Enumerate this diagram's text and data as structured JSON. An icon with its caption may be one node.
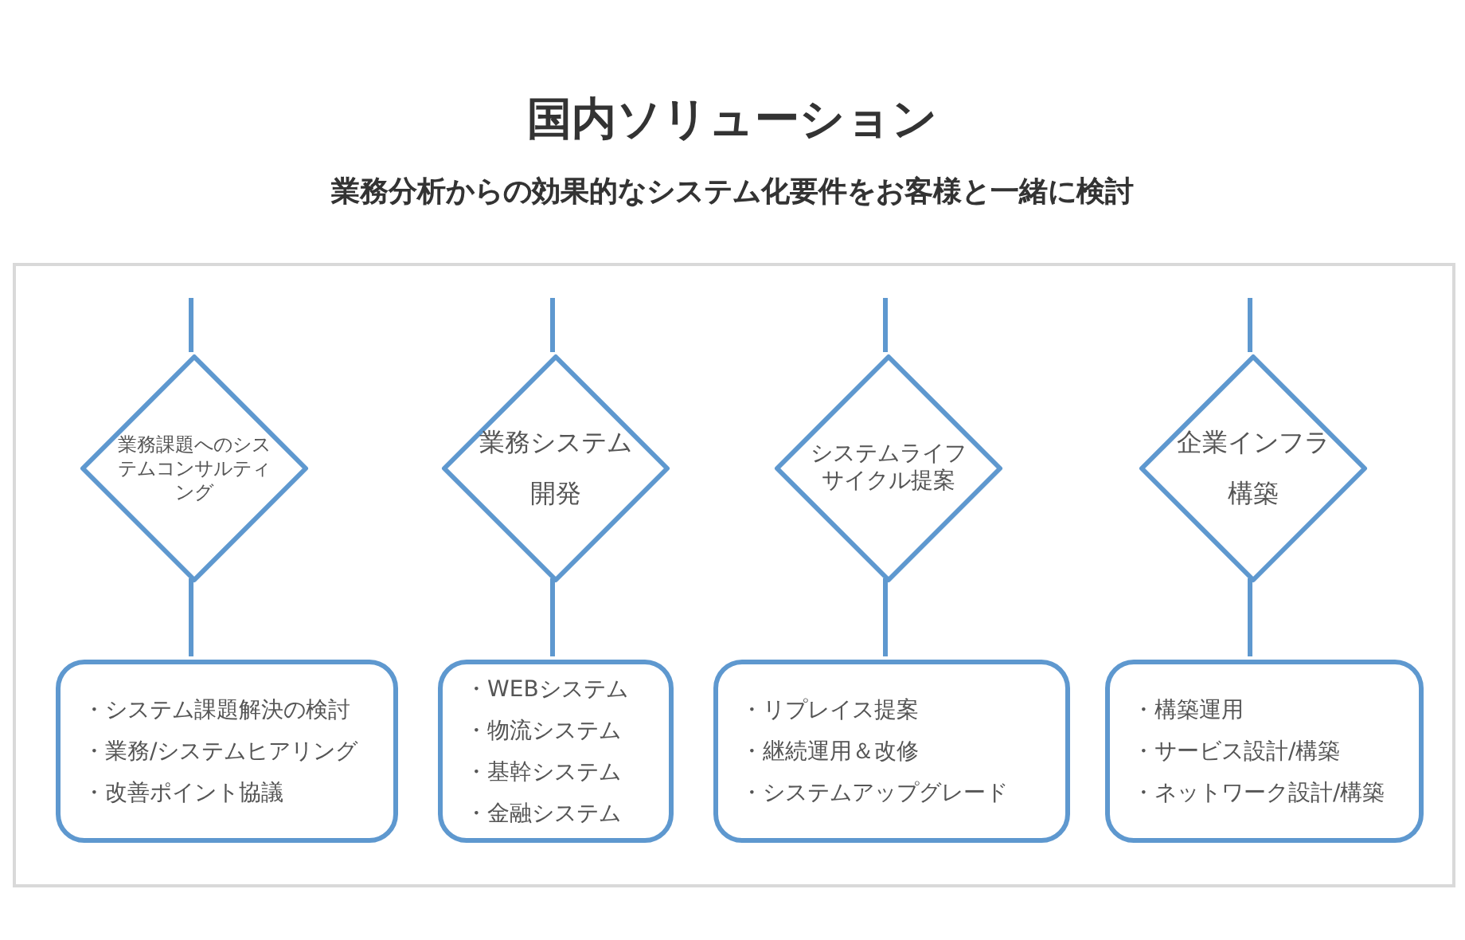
{
  "diagram": {
    "title": "国内ソリューション",
    "caption": "業務分析からの効果的なシステム化要件をお客様と一緒に検討",
    "nodes": [
      {
        "text": [],
        "shape": "box"
      },
      {
        "text": [
          "業務課題へのシステムコンサルティング"
        ],
        "in": 0
      },
      {
        "text": [
          "業務システム開発"
        ],
        "in": 0
      },
      {
        "text": [
          "システムライフサイクル提案"
        ],
        "in": 0
      },
      {
        "text": [
          "企業インフラ構築"
        ],
        "in": 0
      },
      {
        "text": [
          "・システム課題解決の検討",
          "・業務/システムヒアリング",
          "・改善ポイント協議"
        ],
        "in": 0
      },
      {
        "text": [
          "・WEBシステム",
          "・物流システム",
          "・基幹システム",
          "・金融システム"
        ],
        "in": 0
      },
      {
        "text": [
          "・リプレイス提案",
          "・継続運用＆改修",
          "・システムアップグレード"
        ],
        "in": 0
      },
      {
        "text": [
          "・構築運用",
          "・サービス設計/構築",
          "・ネットワーク設計/構築"
        ],
        "in": 0
      }
    ],
    "edges": [
      {
        "from": null,
        "to": 1,
        "arrow": "none"
      },
      {
        "from": 1,
        "to": 5,
        "arrow": "none"
      },
      {
        "from": null,
        "to": 2,
        "arrow": "none"
      },
      {
        "from": 2,
        "to": 6,
        "arrow": "none"
      },
      {
        "from": null,
        "to": 3,
        "arrow": "none"
      },
      {
        "from": 3,
        "to": 7,
        "arrow": "none"
      },
      {
        "from": null,
        "to": 4,
        "arrow": "none"
      },
      {
        "from": 4,
        "to": 8,
        "arrow": "none"
      }
    ]
  }
}
